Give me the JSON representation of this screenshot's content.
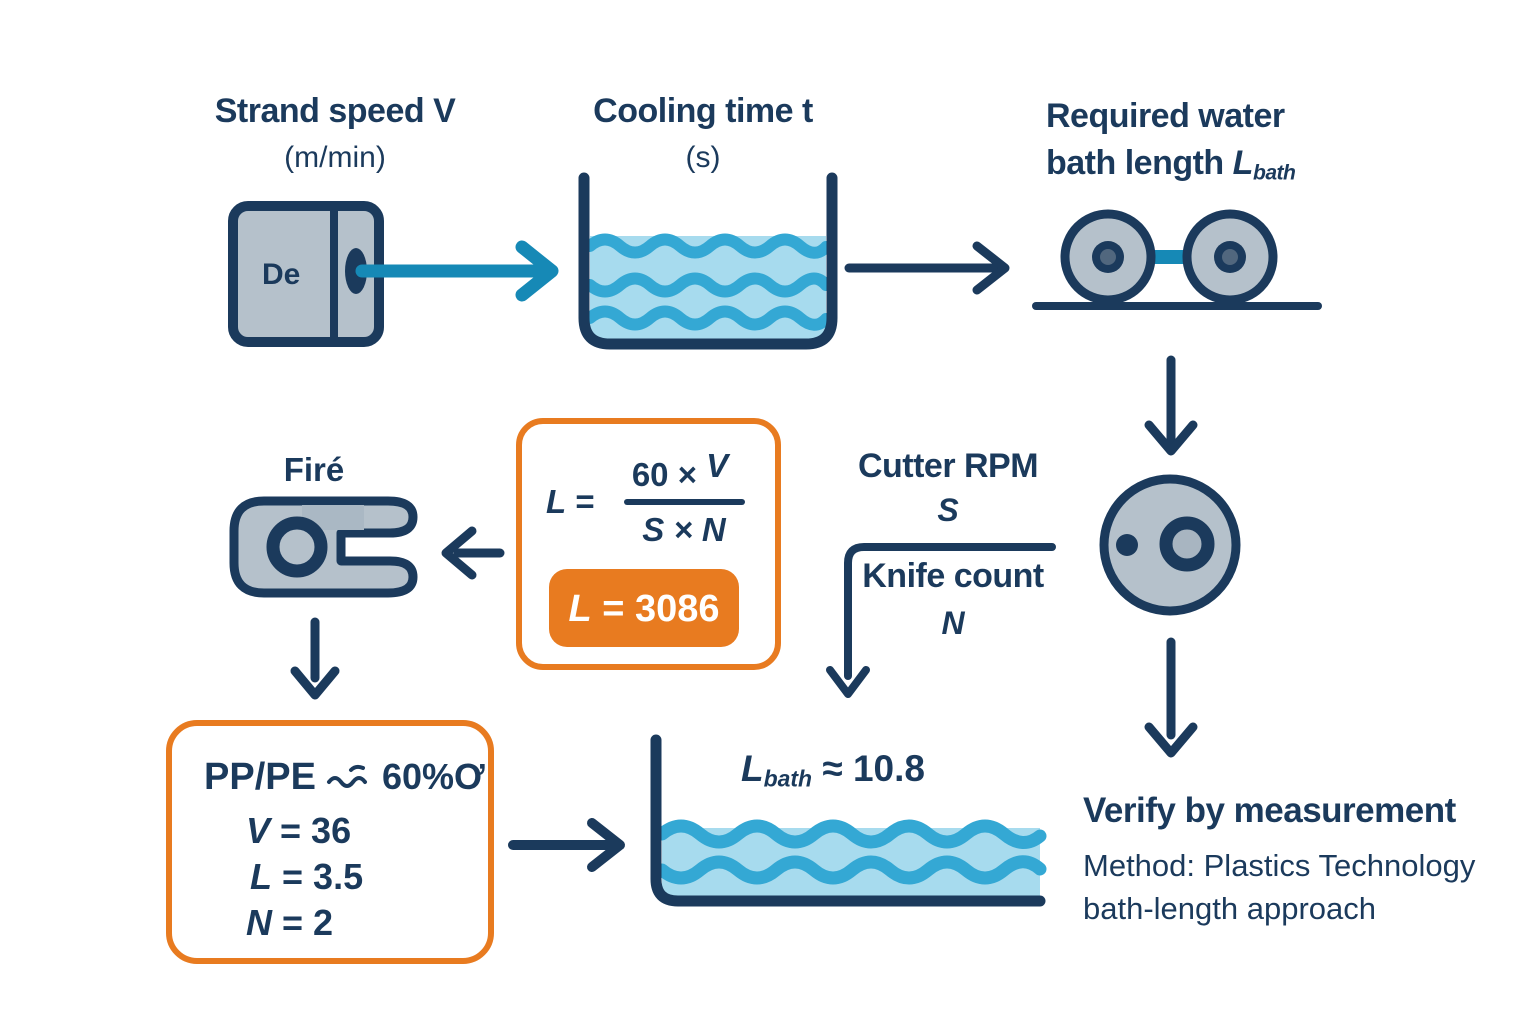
{
  "colors": {
    "navy": "#1b3a5c",
    "machine_gray": "#b5c1cb",
    "machine_gray_dark": "#aab8c4",
    "hub_inner": "#51677e",
    "teal": "#1689b6",
    "water_light": "#a7dbee",
    "wave": "#34a8d4",
    "orange": "#e87b20",
    "background": "#ffffff"
  },
  "icons": {
    "extruder": "extruder-die-icon",
    "cooling_bath": "water-bath-icon",
    "rollers": "puller-rollers-icon",
    "cutter": "pelletizer-cutter-wheel-icon",
    "clamp": "strand-clamp-icon",
    "squiggle": "squiggle-icon",
    "arrows": "flow-arrow"
  },
  "nodes": {
    "extruder": {
      "title": "Strand speed V",
      "units": "(m/min)",
      "label": "De"
    },
    "cooling": {
      "title": "Cooling time t",
      "units": "(s)"
    },
    "rollers": {
      "title_line1": "Required water",
      "title_line2": "bath length",
      "symbol": "L",
      "symbol_sub": "bath"
    },
    "fire": {
      "label": "Firé"
    },
    "formula": {
      "lhs": "L",
      "equals": "=",
      "numerator_coeff": "60 ×",
      "numerator_var": "V",
      "denominator": "S × N",
      "result_var": "L",
      "result_value": "= 3086"
    },
    "cutter": {
      "label": "Cutter RPM",
      "symbol": "S"
    },
    "knife": {
      "label": "Knife count",
      "symbol": "N"
    },
    "params": {
      "material": "PP/PE",
      "moisture": "60%Ơ",
      "rows": [
        {
          "var": "V",
          "value": "= 36"
        },
        {
          "var": "L",
          "value": "= 3.5"
        },
        {
          "var": "N",
          "value": "= 2"
        }
      ]
    },
    "bath_result": {
      "symbol": "L",
      "symbol_sub": "bath",
      "value": "≈ 10.8"
    },
    "verify": {
      "title": "Verify by measurement",
      "method_line1": "Method: Plastics Technology",
      "method_line2": "bath-length approach"
    }
  }
}
